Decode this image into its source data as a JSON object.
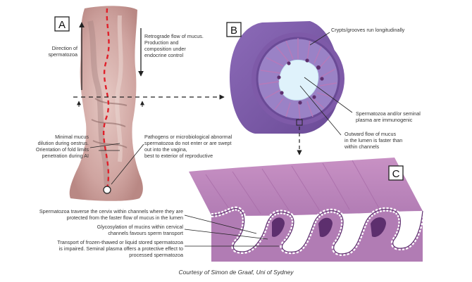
{
  "panels": {
    "a": "A",
    "b": "B",
    "c": "C"
  },
  "labels": {
    "retrograde_flow": [
      "Retrograde flow of mucus.",
      "Production and",
      "composition under",
      "endocrine control"
    ],
    "direction_of_spermatozoa": [
      "Direction of",
      "spermatozoa"
    ],
    "crypts": "Crypts/grooves run longitudinally",
    "minimal_mucus": [
      "Minimal mucus",
      "dilution during oestrus.",
      "Orientation of fold limits",
      "penetration during AI"
    ],
    "pathogens": [
      "Pathogens or microbiological abnormal",
      "spermatozoa do not enter or are swept",
      "out into the vagina,",
      "best to exterior of reproductive"
    ],
    "seminal_plasma": [
      "Spermatozoa and/or seminal",
      "plasma are immunogenic"
    ],
    "outward_flow": [
      "Outward flow of mucus",
      "in the lumen is faster than",
      "within channels"
    ],
    "traverse": [
      "Spermatozoa traverse the cervix within channels where they are",
      "protected from the faster flow of mucus in the lumen"
    ],
    "glycosylation": [
      "Glycosylation of mucins within cervical",
      "channels favours sperm transport"
    ],
    "transport": [
      "Transport of frozen-thawed or liquid stored spermatozoa",
      "is impaired. Seminal plasma offers a protective effect to",
      "processed spermatozoa"
    ]
  },
  "credit": "Courtesy of Simon de Graaf, Uni of Sydney",
  "colors": {
    "cervix_tissue": "#d8b3b0",
    "dashed_path": "#e0202a",
    "outer_ring": "#7e5aa8",
    "inner_tissue": "#9a82c6",
    "lumen": "#dff2fb",
    "channel_fold": "#b779b9",
    "channel_dark": "#5d2f6e"
  }
}
